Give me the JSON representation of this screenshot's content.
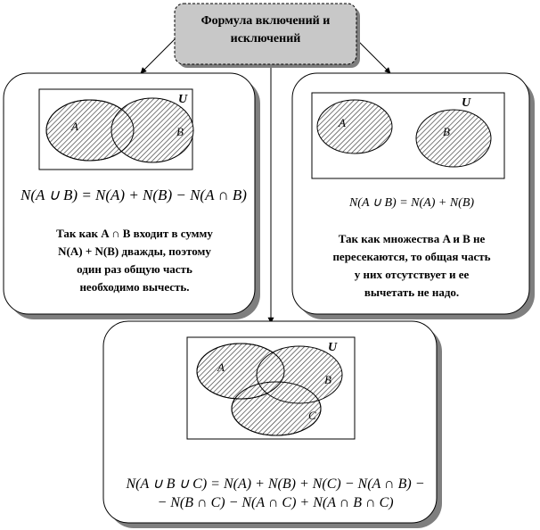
{
  "title": "Формула включений и исключений",
  "left_panel": {
    "universe_label": "U",
    "set_a_label": "A",
    "set_b_label": "B",
    "formula": "N(A ∪ B) = N(A) + N(B) − N(A ∩ B)",
    "note_line1": "Так как  A ∩ B  входит в сумму",
    "note_line2": "N(A) + N(B)  дважды, поэтому",
    "note_line3": "один раз общую часть",
    "note_line4": "необходимо вычесть."
  },
  "right_panel": {
    "universe_label": "U",
    "set_a_label": "A",
    "set_b_label": "B",
    "formula": "N(A ∪ B) = N(A) + N(B)",
    "note_line1": "Так как множества A и B не",
    "note_line2": "пересекаются, то общая часть",
    "note_line3": "у них отсутствует и ее",
    "note_line4": "вычетать не надо."
  },
  "bottom_panel": {
    "universe_label": "U",
    "set_a_label": "A",
    "set_b_label": "B",
    "set_c_label": "C",
    "formula_line1": "N(A ∪ B ∪ C) = N(A) + N(B) + N(C) − N(A ∩ B) −",
    "formula_line2": "− N(B ∩ C) − N(A ∩ C) + N(A ∩ B ∩ C)"
  },
  "colors": {
    "title_box_fill": "#c8c8c8",
    "panel_fill": "#ffffff",
    "shadow": "#7f7f7f",
    "hatch": "#333333"
  }
}
